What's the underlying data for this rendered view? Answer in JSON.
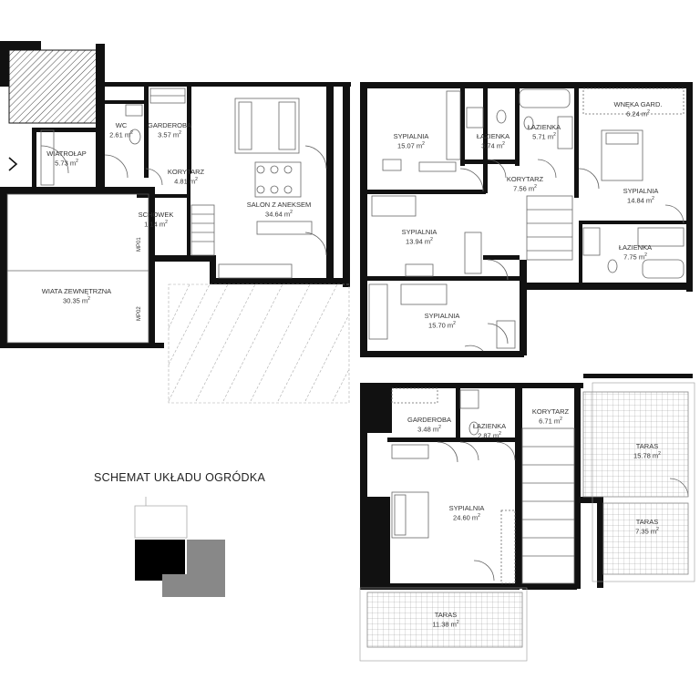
{
  "rooms": [
    {
      "name": "WC",
      "area": "2.61 m"
    },
    {
      "name": "GARDEROBA",
      "area": "3.57 m"
    },
    {
      "name": "WIATROŁAP",
      "area": "5.73 m"
    },
    {
      "name": "KORYTARZ",
      "area": "4.81 m"
    },
    {
      "name": "SALON Z ANEKSEM",
      "area": "34.64 m"
    },
    {
      "name": "SCHOWEK",
      "area": "1.14 m"
    },
    {
      "name": "WIATA ZEWNĘTRZNA",
      "area": "30.35 m"
    },
    {
      "name": "SYPIALNIA",
      "area": "15.07 m"
    },
    {
      "name": "ŁAZIENKA",
      "area": "3.74 m"
    },
    {
      "name": "ŁAZIENKA",
      "area": "5.71 m"
    },
    {
      "name": "WNĘKA GARD.",
      "area": "6.24 m"
    },
    {
      "name": "KORYTARZ",
      "area": "7.56 m"
    },
    {
      "name": "SYPIALNIA",
      "area": "13.94 m"
    },
    {
      "name": "SYPIALNIA",
      "area": "14.84 m"
    },
    {
      "name": "ŁAZIENKA",
      "area": "7.75 m"
    },
    {
      "name": "SYPIALNIA",
      "area": "15.70 m"
    },
    {
      "name": "GARDEROBA",
      "area": "3.48 m"
    },
    {
      "name": "ŁAZIENKA",
      "area": "2.87 m"
    },
    {
      "name": "KORYTARZ",
      "area": "6.71 m"
    },
    {
      "name": "TARAS",
      "area": "15.78 m"
    },
    {
      "name": "TARAS",
      "area": "7.35 m"
    },
    {
      "name": "SYPIALNIA",
      "area": "24.60 m"
    },
    {
      "name": "TARAS",
      "area": "11.38 m"
    }
  ],
  "area_superscript": "2",
  "markers": [
    "MP01",
    "MP02"
  ],
  "garden_scheme_title": "SCHEMAT UKŁADU OGRÓDKA"
}
